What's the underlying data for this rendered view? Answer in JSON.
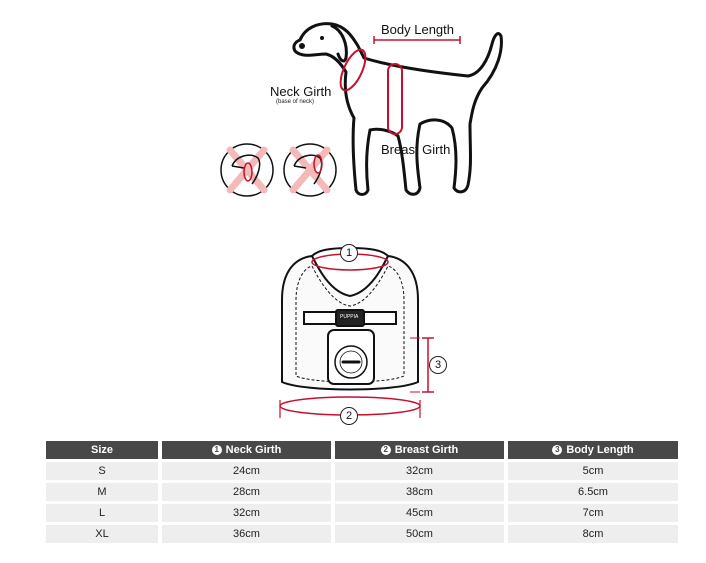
{
  "dog_diagram": {
    "body_length": "Body Length",
    "neck_girth": "Neck Girth",
    "neck_girth_note": "(base of neck)",
    "breast_girth": "Breast Girth"
  },
  "harness_diagram": {
    "badge_1": "1",
    "badge_2": "2",
    "badge_3": "3",
    "brand_tag": "PUPPIA"
  },
  "size_table": {
    "headers": [
      "Size",
      "Neck Girth",
      "Breast Girth",
      "Body Length"
    ],
    "header_numbers": [
      "",
      "1",
      "2",
      "3"
    ],
    "rows": [
      [
        "S",
        "24cm",
        "32cm",
        "5cm"
      ],
      [
        "M",
        "28cm",
        "38cm",
        "6.5cm"
      ],
      [
        "L",
        "32cm",
        "45cm",
        "7cm"
      ],
      [
        "XL",
        "36cm",
        "50cm",
        "8cm"
      ]
    ]
  },
  "colors": {
    "measure_red": "#c8102e",
    "header_bg": "#484848",
    "cell_bg": "#eeeeee"
  }
}
